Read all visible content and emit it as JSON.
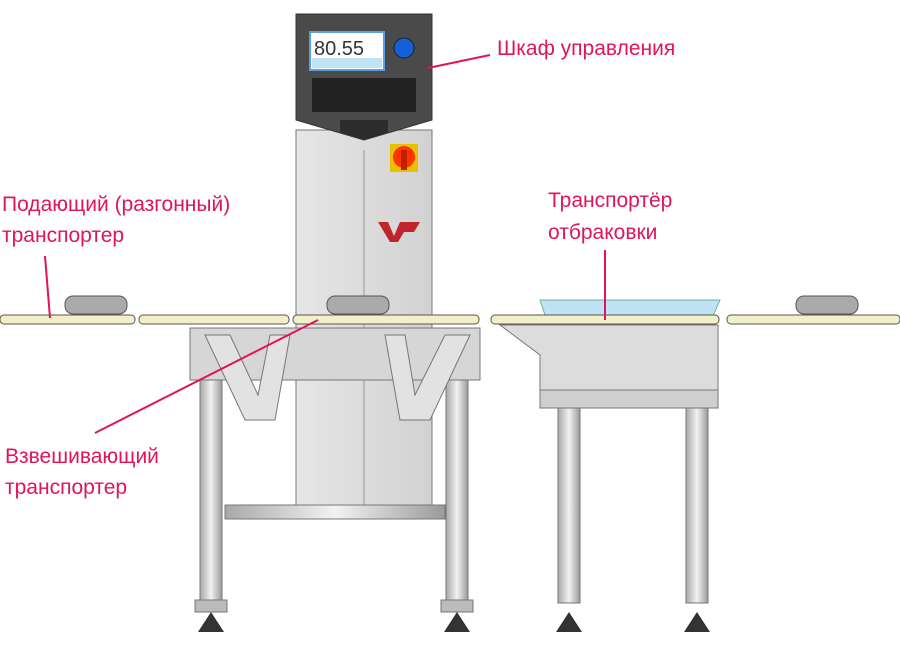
{
  "labels": {
    "control_cabinet": "Шкаф управления",
    "infeed_line1": "Подающий (разгонный)",
    "infeed_line2": "транспортер",
    "reject_line1": "Транспортёр",
    "reject_line2": "отбраковки",
    "weigh_line1": "Взвешивающий",
    "weigh_line2": "транспортер"
  },
  "display": {
    "weight": "80.55"
  },
  "colors": {
    "label": "#e0145c",
    "frame": "#c9c9c9",
    "cabinet": "#4a4a4a",
    "display_button": "#1560d8",
    "estop": "#ff3300",
    "logo": "#c0242c",
    "belt": "#f3efc8",
    "reject_tray": "#bfe3f5"
  }
}
